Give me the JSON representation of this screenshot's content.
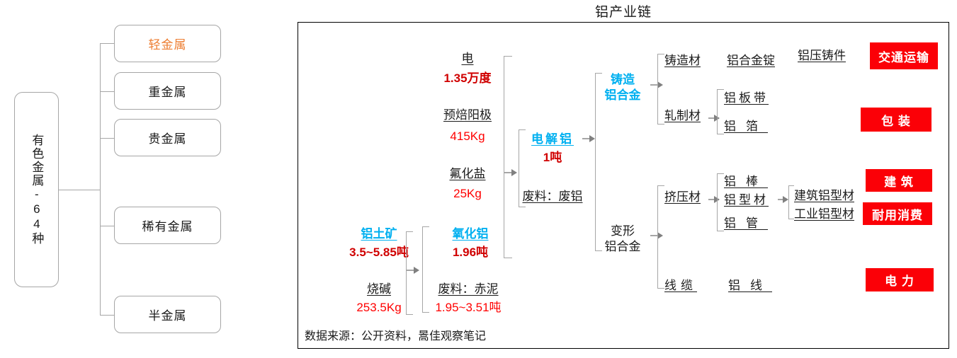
{
  "left_tree": {
    "root": {
      "label": "有色金属-64种"
    },
    "children": [
      {
        "label": "轻金属",
        "accent": true
      },
      {
        "label": "重金属",
        "accent": false
      },
      {
        "label": "贵金属",
        "accent": false
      },
      {
        "label": "稀有金属",
        "accent": false
      },
      {
        "label": "半金属",
        "accent": false
      }
    ]
  },
  "chain": {
    "title": "铝产业链",
    "source_note": "数据来源：公开资料，暠佳观察笔记",
    "inputs_electrolysis": [
      {
        "name": "电",
        "value": "1.35万度"
      },
      {
        "name": "预焙阳极",
        "value": "415Kg"
      },
      {
        "name": "氟化盐",
        "value": "25Kg"
      }
    ],
    "alumina_node": {
      "name": "氧化铝",
      "value": "1.96吨"
    },
    "bauxite_inputs": [
      {
        "name": "铝土矿",
        "value": "3.5~5.85吨"
      },
      {
        "name": "烧碱",
        "value": "253.5Kg"
      }
    ],
    "waste_red_mud": {
      "name": "废料：赤泥",
      "value": "1.95~3.51吨"
    },
    "electrolytic_aluminum": {
      "name": "电解铝",
      "value": "1吨"
    },
    "waste_scrap": {
      "name": "废料：废铝"
    },
    "alloy_branches": [
      {
        "name": "铸造铝合金"
      },
      {
        "name": "变形铝合金"
      }
    ],
    "cast_materials": [
      {
        "name": "铸造材"
      },
      {
        "name": "轧制材"
      }
    ],
    "cast_products": [
      {
        "name": "铝合金锭"
      },
      {
        "name": "铝板带"
      },
      {
        "name": "铝箔"
      }
    ],
    "cast_downstream": {
      "name": "铝压铸件"
    },
    "wrought_materials": [
      {
        "name": "挤压材"
      },
      {
        "name": "线缆"
      }
    ],
    "extrusion_products": [
      {
        "name": "铝棒"
      },
      {
        "name": "铝型材"
      },
      {
        "name": "铝管"
      }
    ],
    "profile_products": [
      {
        "name": "建筑铝型材"
      },
      {
        "name": "工业铝型材"
      }
    ],
    "cable_product": {
      "name": "铝线"
    },
    "end_markets": [
      {
        "label": "交通运输"
      },
      {
        "label": "包  装"
      },
      {
        "label": "建  筑"
      },
      {
        "label": "耐用消费"
      },
      {
        "label": "电  力"
      }
    ]
  },
  "colors": {
    "accent_orange": "#ed7d31",
    "cyan": "#00b0f0",
    "red": "#ff0000",
    "dark_red": "#d00000",
    "market_red": "#fb0007",
    "connector_gray": "#a6a6a6"
  }
}
